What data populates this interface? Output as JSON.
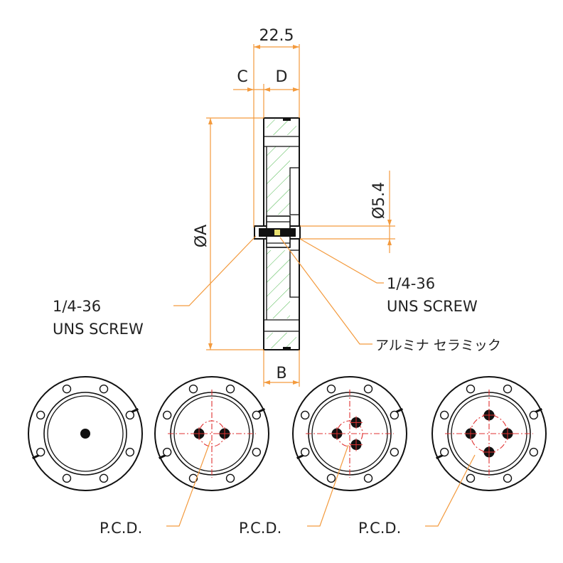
{
  "dimensions": {
    "overall_width": "22.5",
    "c": "C",
    "d": "D",
    "b": "B",
    "diameter_a": "ØA",
    "diameter_pin": "Ø5.4"
  },
  "callouts": {
    "left_screw_line1": "1/4-36",
    "left_screw_line2": "UNS SCREW",
    "right_screw_line1": "1/4-36",
    "right_screw_line2": "UNS SCREW",
    "ceramic": "アルミナ セラミック"
  },
  "pcd_labels": [
    "P.C.D.",
    "P.C.D.",
    "P.C.D."
  ],
  "colors": {
    "dimension": "#f39a3d",
    "hatch": "#4cb84c",
    "pin": "#e03030",
    "outline": "#111111"
  }
}
